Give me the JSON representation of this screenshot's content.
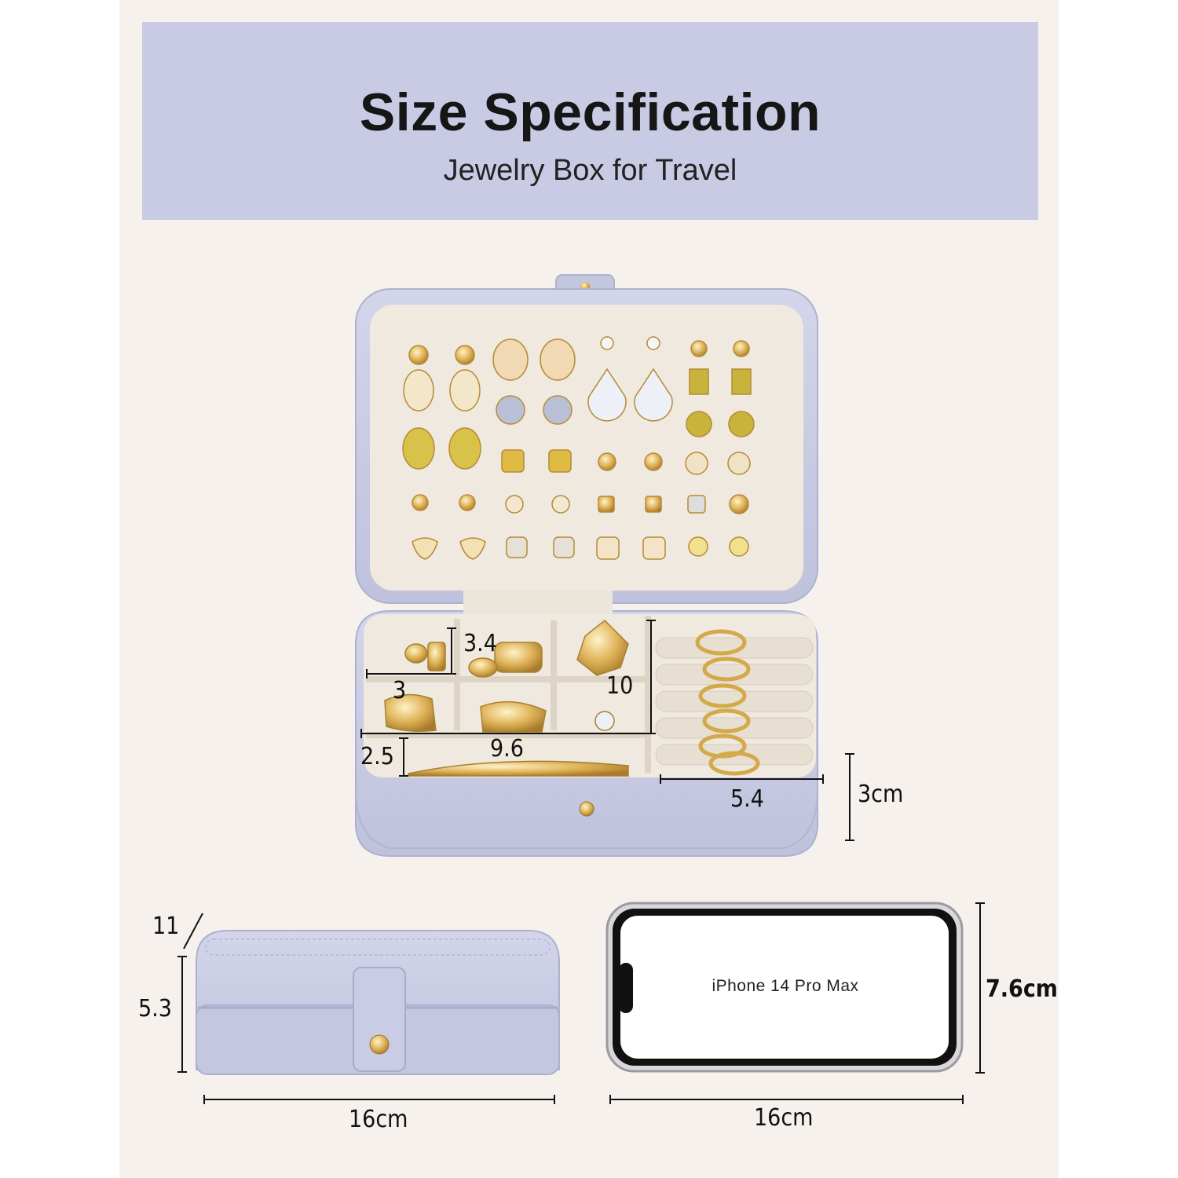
{
  "header": {
    "title": "Size Specification",
    "subtitle": "Jewelry Box for Travel"
  },
  "open_box": {
    "dimensions": {
      "small_compartment_height": "3.4",
      "small_compartment_width": "3",
      "tray_section_height": "10",
      "bottom_compartment_height": "2.5",
      "tray_width": "9.6",
      "ring_roll_width": "5.4",
      "box_depth": "3cm"
    }
  },
  "closed_box": {
    "dimensions": {
      "depth": "11",
      "height": "5.3",
      "width": "16cm"
    }
  },
  "phone": {
    "label": "iPhone 14 Pro Max",
    "height": "7.6cm",
    "width": "16cm"
  },
  "colors": {
    "banner": "#c9cbe4",
    "background": "#f6f1ec",
    "leather": "#c8cbe2",
    "velvet": "#efe9df",
    "gold": "#d4a94a"
  }
}
